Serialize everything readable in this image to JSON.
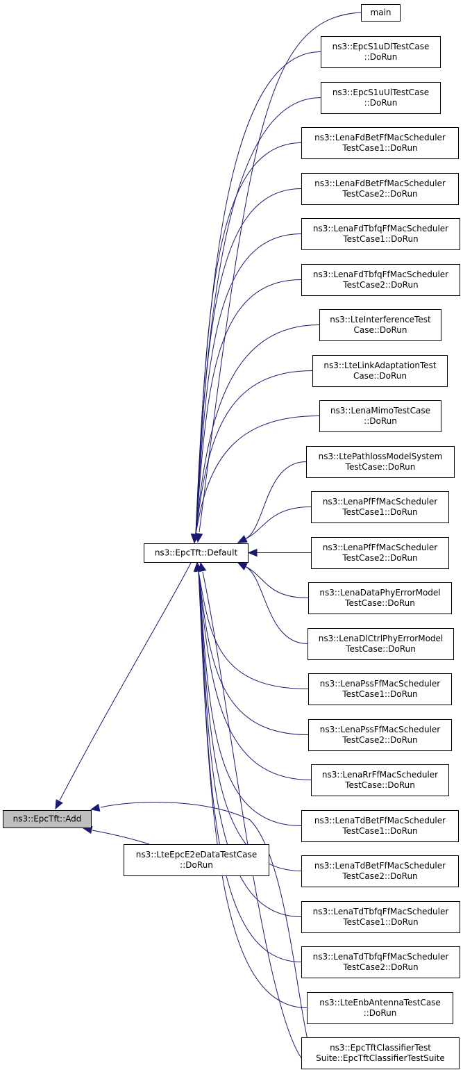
{
  "graph": {
    "nodes": [
      {
        "id": "add",
        "lines": [
          "ns3::EpcTft::Add"
        ],
        "focus": true
      },
      {
        "id": "default",
        "lines": [
          "ns3::EpcTft::Default"
        ]
      },
      {
        "id": "e2e",
        "lines": [
          "ns3::LteEpcE2eDataTestCase",
          "::DoRun"
        ]
      },
      {
        "id": "main",
        "lines": [
          "main"
        ]
      },
      {
        "id": "s1udl",
        "lines": [
          "ns3::EpcS1uDlTestCase",
          "::DoRun"
        ]
      },
      {
        "id": "s1uul",
        "lines": [
          "ns3::EpcS1uUlTestCase",
          "::DoRun"
        ]
      },
      {
        "id": "fdbet1",
        "lines": [
          "ns3::LenaFdBetFfMacScheduler",
          "TestCase1::DoRun"
        ]
      },
      {
        "id": "fdbet2",
        "lines": [
          "ns3::LenaFdBetFfMacScheduler",
          "TestCase2::DoRun"
        ]
      },
      {
        "id": "fdtbfq1",
        "lines": [
          "ns3::LenaFdTbfqFfMacScheduler",
          "TestCase1::DoRun"
        ]
      },
      {
        "id": "fdtbfq2",
        "lines": [
          "ns3::LenaFdTbfqFfMacScheduler",
          "TestCase2::DoRun"
        ]
      },
      {
        "id": "interf",
        "lines": [
          "ns3::LteInterferenceTest",
          "Case::DoRun"
        ]
      },
      {
        "id": "linkadapt",
        "lines": [
          "ns3::LteLinkAdaptationTest",
          "Case::DoRun"
        ]
      },
      {
        "id": "mimo",
        "lines": [
          "ns3::LenaMimoTestCase",
          "::DoRun"
        ]
      },
      {
        "id": "pathloss",
        "lines": [
          "ns3::LtePathlossModelSystem",
          "TestCase::DoRun"
        ]
      },
      {
        "id": "pf1",
        "lines": [
          "ns3::LenaPfFfMacScheduler",
          "TestCase1::DoRun"
        ]
      },
      {
        "id": "pf2",
        "lines": [
          "ns3::LenaPfFfMacScheduler",
          "TestCase2::DoRun"
        ]
      },
      {
        "id": "dataphy",
        "lines": [
          "ns3::LenaDataPhyErrorModel",
          "TestCase::DoRun"
        ]
      },
      {
        "id": "dlctrl",
        "lines": [
          "ns3::LenaDlCtrlPhyErrorModel",
          "TestCase::DoRun"
        ]
      },
      {
        "id": "pss1",
        "lines": [
          "ns3::LenaPssFfMacScheduler",
          "TestCase1::DoRun"
        ]
      },
      {
        "id": "pss2",
        "lines": [
          "ns3::LenaPssFfMacScheduler",
          "TestCase2::DoRun"
        ]
      },
      {
        "id": "rr",
        "lines": [
          "ns3::LenaRrFfMacScheduler",
          "TestCase::DoRun"
        ]
      },
      {
        "id": "tdbet1",
        "lines": [
          "ns3::LenaTdBetFfMacScheduler",
          "TestCase1::DoRun"
        ]
      },
      {
        "id": "tdbet2",
        "lines": [
          "ns3::LenaTdBetFfMacScheduler",
          "TestCase2::DoRun"
        ]
      },
      {
        "id": "tdtbfq1",
        "lines": [
          "ns3::LenaTdTbfqFfMacScheduler",
          "TestCase1::DoRun"
        ]
      },
      {
        "id": "tdtbfq2",
        "lines": [
          "ns3::LenaTdTbfqFfMacScheduler",
          "TestCase2::DoRun"
        ]
      },
      {
        "id": "antenna",
        "lines": [
          "ns3::LteEnbAntennaTestCase",
          "::DoRun"
        ]
      },
      {
        "id": "classifier",
        "lines": [
          "ns3::EpcTftClassifierTest",
          "Suite::EpcTftClassifierTestSuite"
        ]
      }
    ],
    "edges": [
      {
        "from": "default",
        "to": "add"
      },
      {
        "from": "e2e",
        "to": "add"
      },
      {
        "from": "classifier",
        "to": "add"
      },
      {
        "from": "main",
        "to": "default"
      },
      {
        "from": "s1udl",
        "to": "default"
      },
      {
        "from": "s1uul",
        "to": "default"
      },
      {
        "from": "fdbet1",
        "to": "default"
      },
      {
        "from": "fdbet2",
        "to": "default"
      },
      {
        "from": "fdtbfq1",
        "to": "default"
      },
      {
        "from": "fdtbfq2",
        "to": "default"
      },
      {
        "from": "interf",
        "to": "default"
      },
      {
        "from": "linkadapt",
        "to": "default"
      },
      {
        "from": "mimo",
        "to": "default"
      },
      {
        "from": "pathloss",
        "to": "default"
      },
      {
        "from": "pf1",
        "to": "default"
      },
      {
        "from": "pf2",
        "to": "default"
      },
      {
        "from": "dataphy",
        "to": "default"
      },
      {
        "from": "dlctrl",
        "to": "default"
      },
      {
        "from": "pss1",
        "to": "default"
      },
      {
        "from": "pss2",
        "to": "default"
      },
      {
        "from": "rr",
        "to": "default"
      },
      {
        "from": "tdbet1",
        "to": "default"
      },
      {
        "from": "tdbet2",
        "to": "default"
      },
      {
        "from": "tdtbfq1",
        "to": "default"
      },
      {
        "from": "tdtbfq2",
        "to": "default"
      },
      {
        "from": "antenna",
        "to": "default"
      },
      {
        "from": "classifier",
        "to": "default"
      }
    ]
  }
}
